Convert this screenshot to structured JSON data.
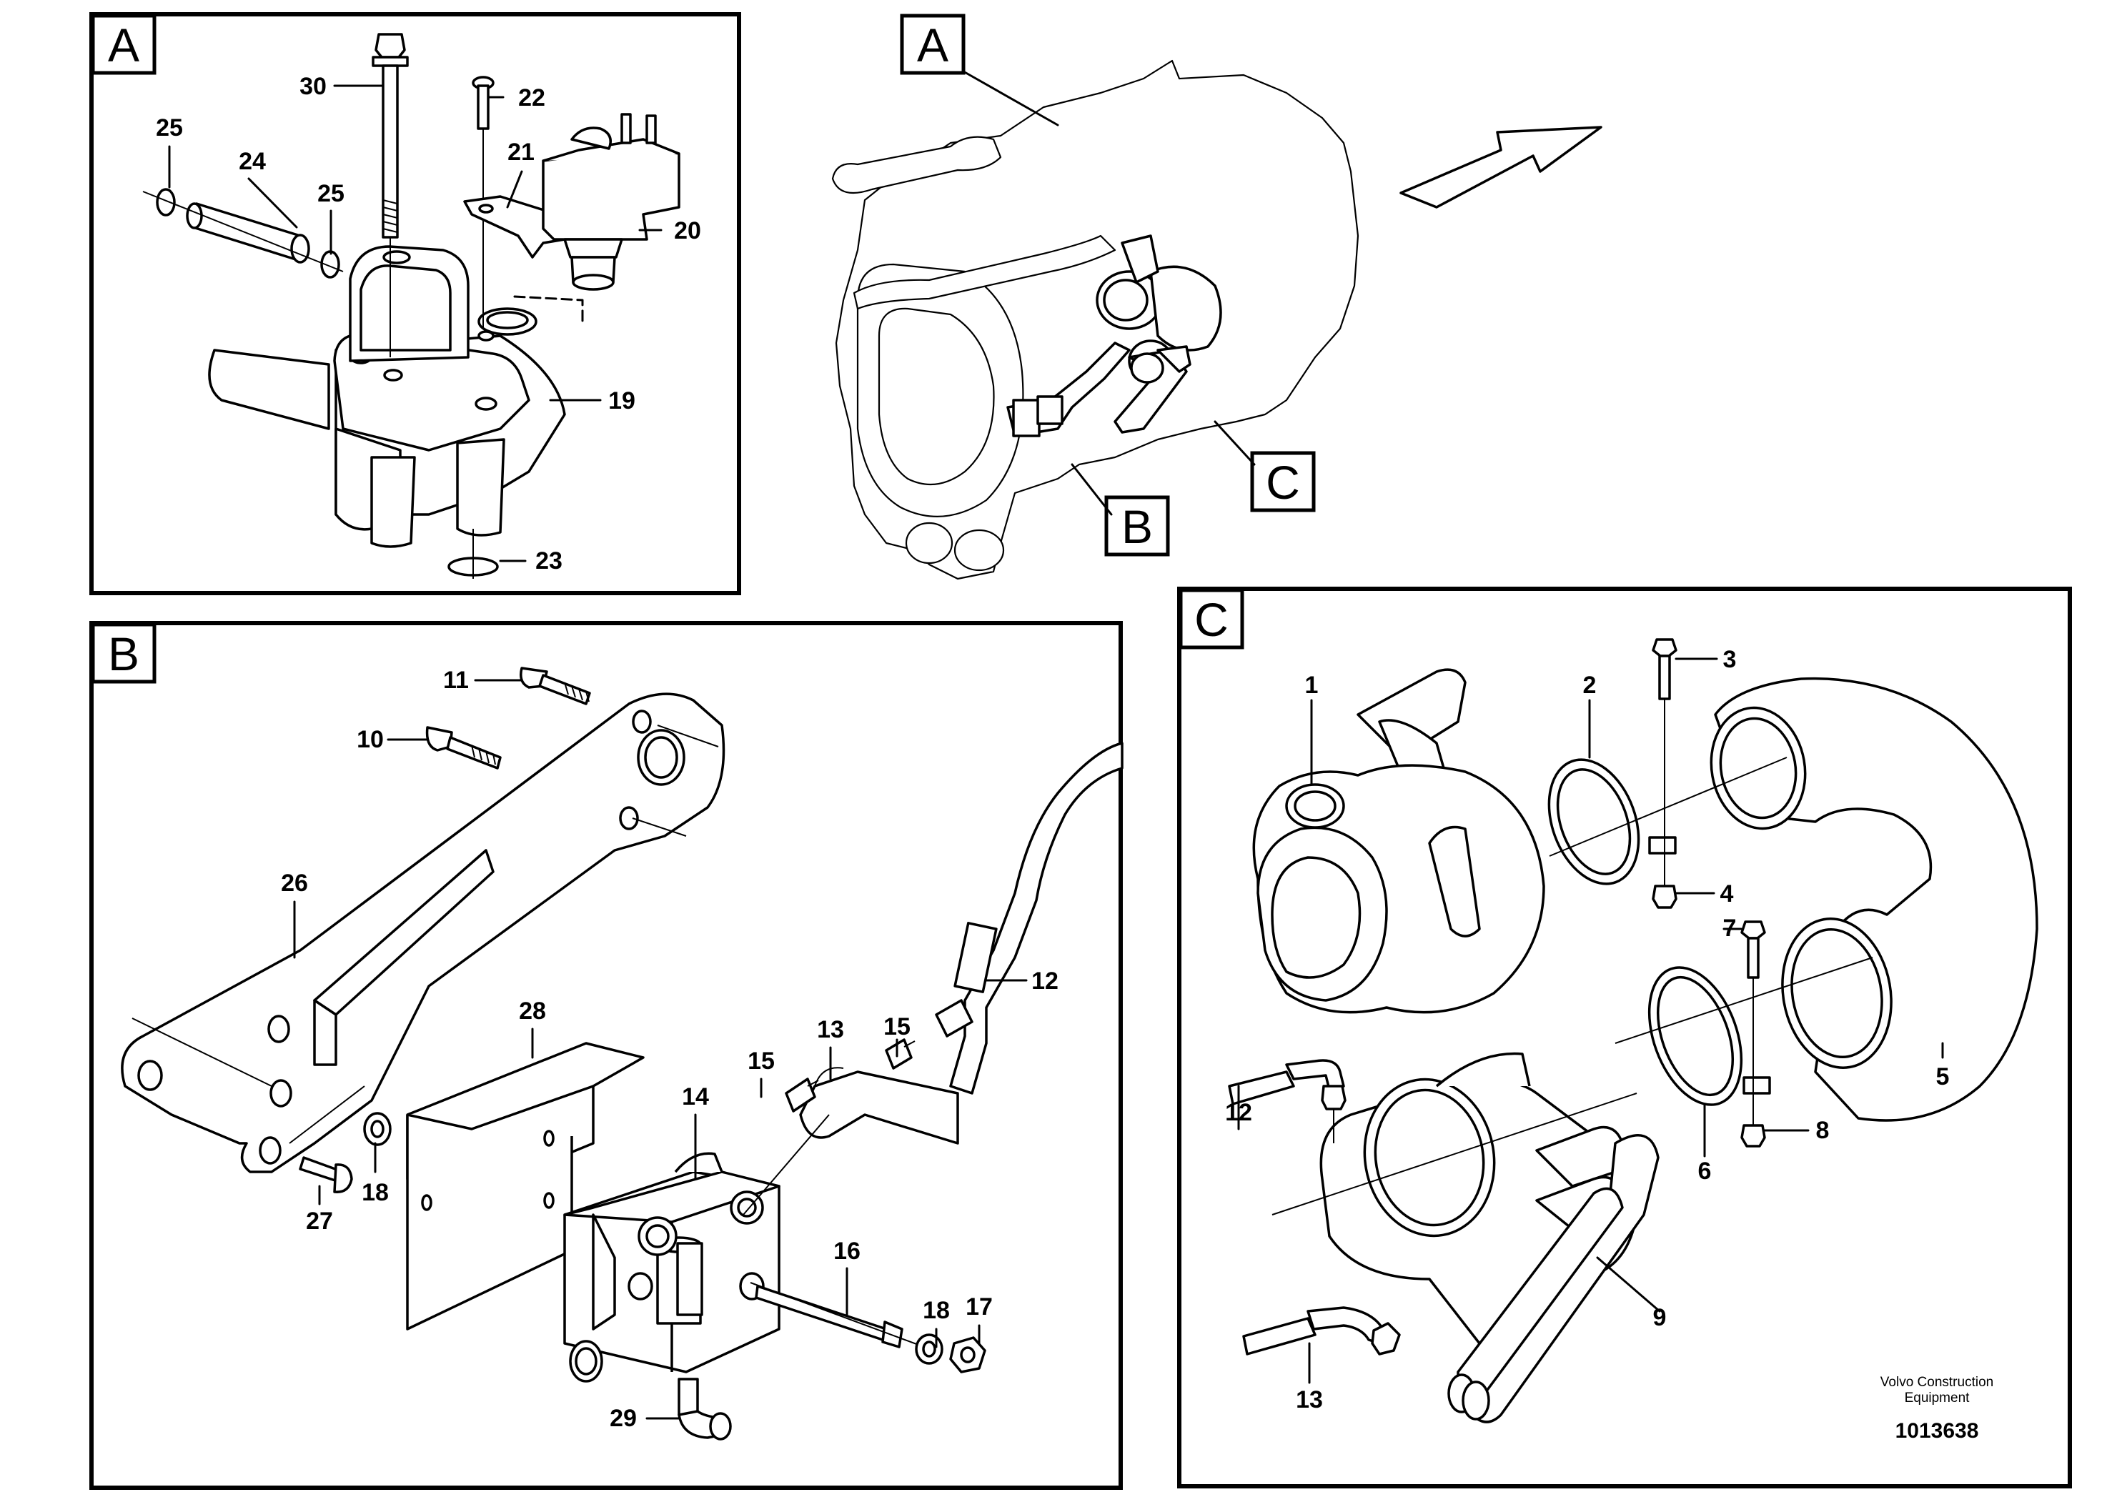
{
  "panels": {
    "A": {
      "tag": "A",
      "callouts": [
        "30",
        "22",
        "25",
        "24",
        "25",
        "21",
        "20",
        "19",
        "23"
      ]
    },
    "B": {
      "tag": "B",
      "callouts": [
        "11",
        "10",
        "26",
        "12",
        "15",
        "13",
        "15",
        "14",
        "28",
        "18",
        "27",
        "16",
        "18",
        "17",
        "29"
      ]
    },
    "C": {
      "tag": "C",
      "callouts": [
        "1",
        "2",
        "3",
        "4",
        "7",
        "5",
        "12",
        "6",
        "8",
        "9",
        "13"
      ]
    },
    "overview": {
      "tags": [
        "A",
        "B",
        "C"
      ]
    }
  },
  "footer": {
    "company_line1": "Volvo Construction",
    "company_line2": "Equipment",
    "drawing_number": "1013638"
  }
}
